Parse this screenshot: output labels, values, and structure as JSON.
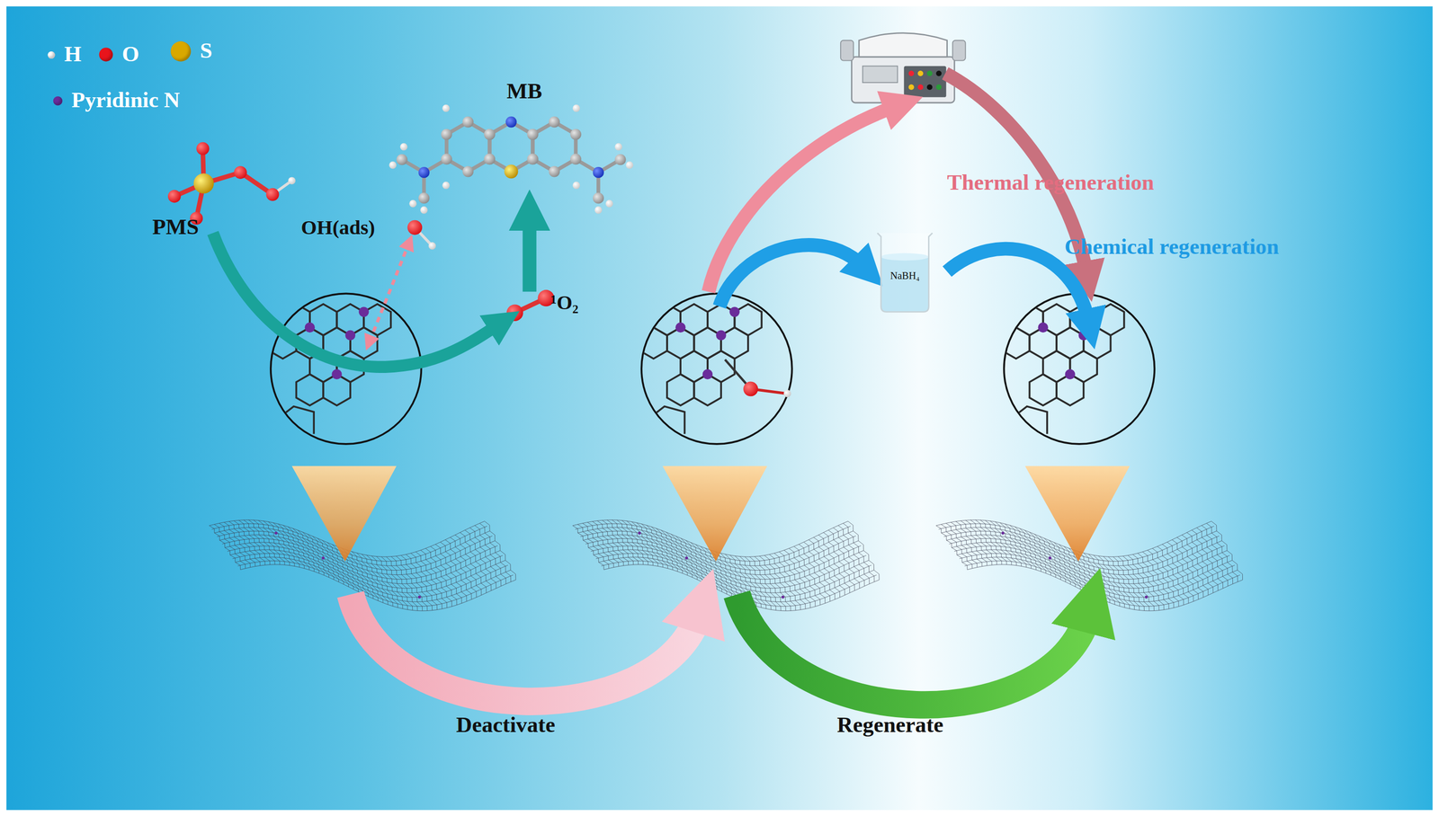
{
  "diagram": {
    "nodes": [
      {
        "text": [
          "NaBH₄"
        ]
      }
    ],
    "edges": [],
    "labels": [
      "PMS",
      "OH(ads)",
      "MB",
      "¹O₂",
      "Thermal regeneration",
      "Chemical regeneration",
      "Deactivate",
      "Regenerate"
    ],
    "legend": [
      {
        "text": "H",
        "color": "#ffffff"
      },
      {
        "text": "O",
        "color": "#e8141c"
      },
      {
        "text": "S",
        "color": "#d9a800"
      },
      {
        "text": "Pyridinic N",
        "color": "#6a2c9a"
      }
    ]
  }
}
